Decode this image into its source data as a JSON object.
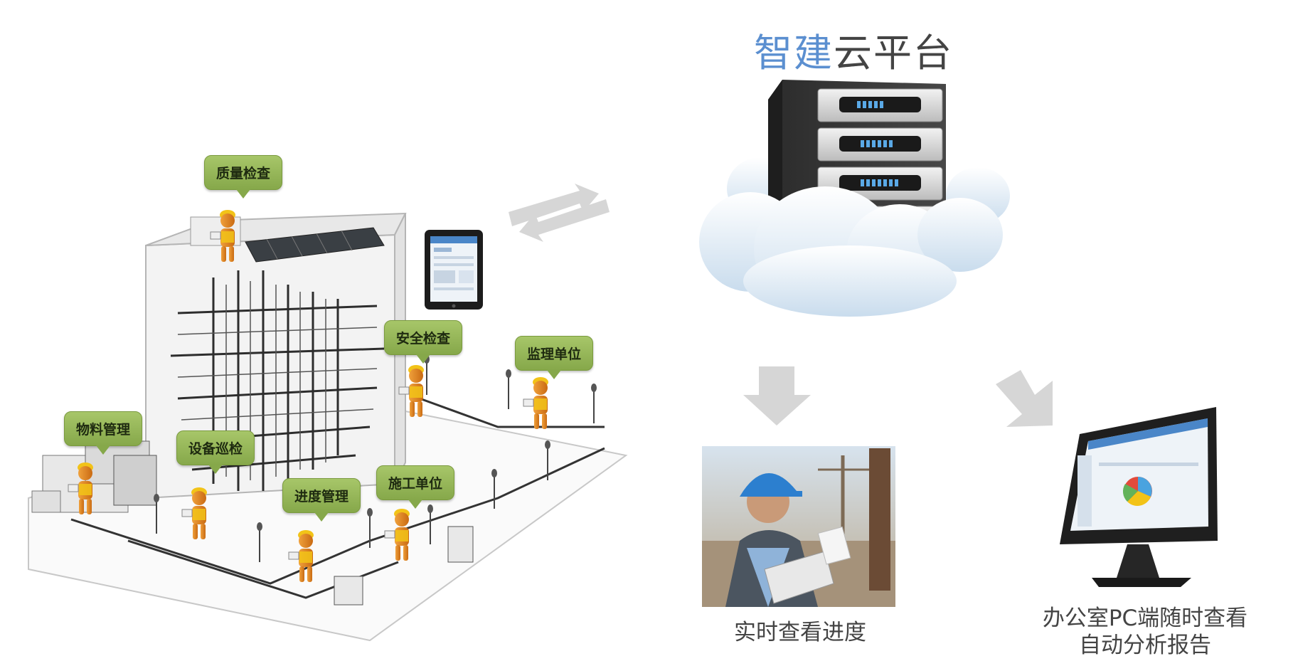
{
  "title": {
    "accent": "智建",
    "rest": "云平台"
  },
  "bubbles": {
    "quality": "质量检查",
    "safety": "安全检查",
    "supervision": "监理单位",
    "material": "物料管理",
    "equipment": "设备巡检",
    "progress": "进度管理",
    "construction": "施工单位"
  },
  "captions": {
    "mobile": "实时查看进度",
    "pc_line1": "办公室PC端随时查看",
    "pc_line2": "自动分析报告"
  },
  "colors": {
    "title_accent": "#5b8fd0",
    "bubble_green": "#9bbd5a",
    "arrow_gray": "#d9d9d9"
  }
}
